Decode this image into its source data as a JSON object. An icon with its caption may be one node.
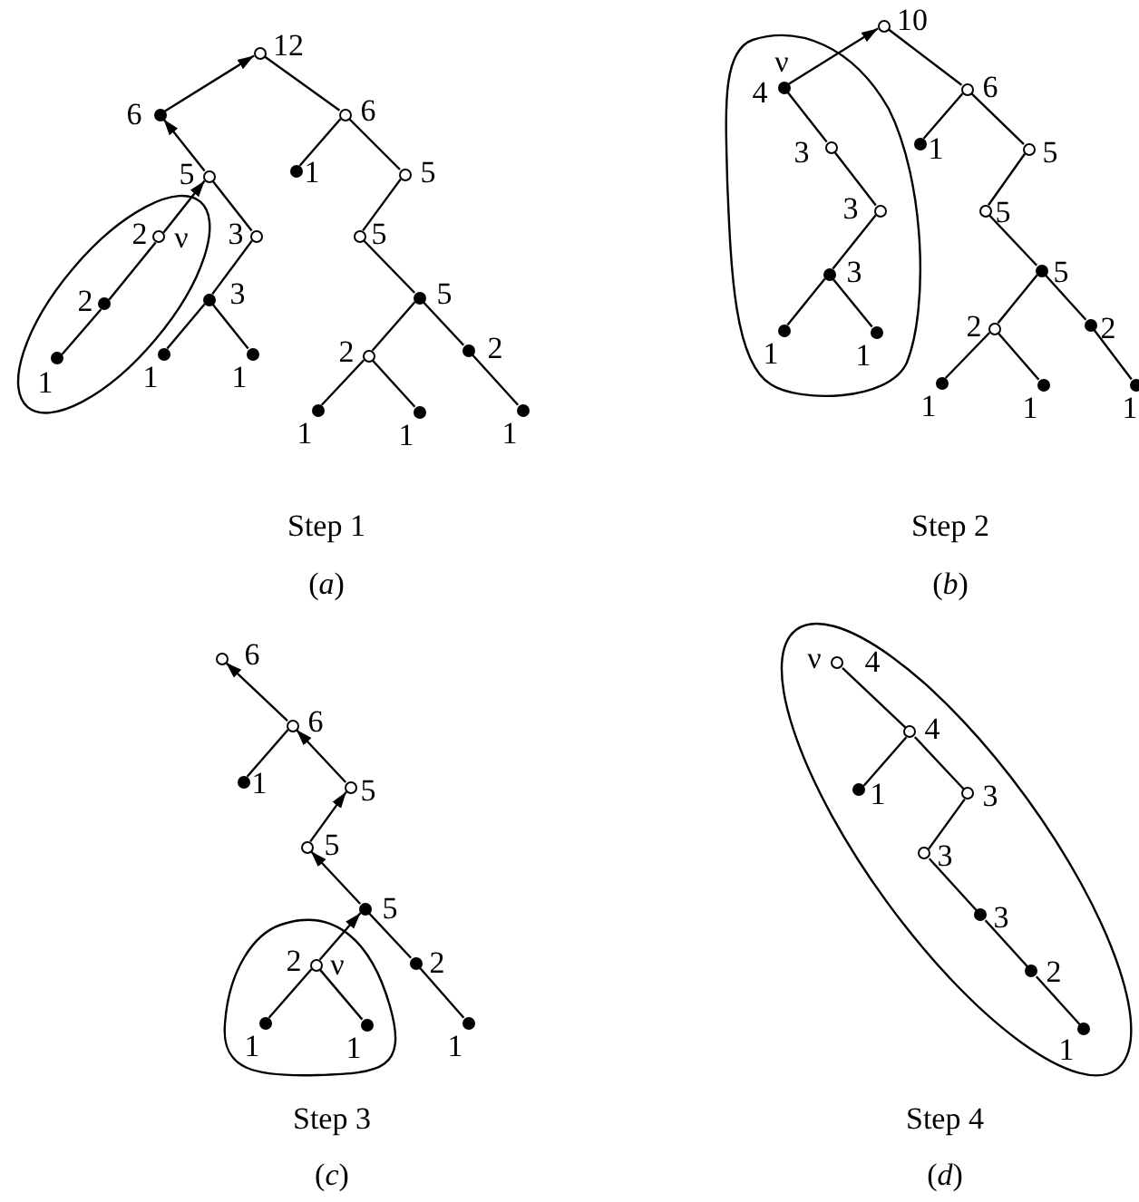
{
  "diagram": {
    "nodes": [
      {
        "text": [],
        "shape": "oval"
      },
      {
        "text": [],
        "shape": "circle",
        "beside": [
          "12"
        ]
      },
      {
        "text": [],
        "shape": "dot",
        "beside": [
          "6"
        ]
      },
      {
        "text": [],
        "shape": "circle",
        "beside": [
          "6"
        ]
      },
      {
        "text": [],
        "shape": "dot",
        "beside": [
          "1"
        ]
      },
      {
        "text": [],
        "shape": "circle",
        "beside": [
          "5"
        ]
      },
      {
        "text": [],
        "shape": "circle",
        "beside": [
          "5"
        ]
      },
      {
        "text": [],
        "shape": "circle",
        "beside": [
          "2",
          "ν"
        ],
        "in": 0
      },
      {
        "text": [],
        "shape": "circle",
        "beside": [
          "3"
        ]
      },
      {
        "text": [],
        "shape": "dot",
        "beside": [
          "2"
        ],
        "in": 0
      },
      {
        "text": [],
        "shape": "dot",
        "beside": [
          "1"
        ],
        "in": 0
      },
      {
        "text": [],
        "shape": "dot",
        "beside": [
          "3"
        ]
      },
      {
        "text": [],
        "shape": "dot",
        "beside": [
          "1"
        ]
      },
      {
        "text": [],
        "shape": "dot",
        "beside": [
          "1"
        ]
      },
      {
        "text": [],
        "shape": "circle",
        "beside": [
          "5"
        ]
      },
      {
        "text": [],
        "shape": "dot",
        "beside": [
          "5"
        ]
      },
      {
        "text": [],
        "shape": "circle",
        "beside": [
          "2"
        ]
      },
      {
        "text": [],
        "shape": "dot",
        "beside": [
          "2"
        ]
      },
      {
        "text": [],
        "shape": "dot",
        "beside": [
          "1"
        ]
      },
      {
        "text": [],
        "shape": "dot",
        "beside": [
          "1"
        ]
      },
      {
        "text": [],
        "shape": "dot",
        "beside": [
          "1"
        ]
      },
      {
        "text": [],
        "shape": "circle",
        "beside": [
          "10"
        ]
      },
      {
        "text": [],
        "shape": "oval"
      },
      {
        "text": [],
        "shape": "dot",
        "beside": [
          "ν",
          "4"
        ],
        "in": 22
      },
      {
        "text": [],
        "shape": "circle",
        "beside": [
          "6"
        ]
      },
      {
        "text": [],
        "shape": "circle",
        "beside": [
          "3"
        ],
        "in": 22
      },
      {
        "text": [],
        "shape": "dot",
        "beside": [
          "1"
        ]
      },
      {
        "text": [],
        "shape": "circle",
        "beside": [
          "5"
        ]
      },
      {
        "text": [],
        "shape": "circle",
        "beside": [
          "3"
        ],
        "in": 22
      },
      {
        "text": [],
        "shape": "circle",
        "beside": [
          "5"
        ]
      },
      {
        "text": [],
        "shape": "dot",
        "beside": [
          "3"
        ],
        "in": 22
      },
      {
        "text": [],
        "shape": "dot",
        "beside": [
          "5"
        ]
      },
      {
        "text": [],
        "shape": "circle",
        "beside": [
          "2"
        ]
      },
      {
        "text": [],
        "shape": "dot",
        "beside": [
          "2"
        ]
      },
      {
        "text": [],
        "shape": "dot",
        "beside": [
          "1"
        ],
        "in": 22
      },
      {
        "text": [],
        "shape": "dot",
        "beside": [
          "1"
        ],
        "in": 22
      },
      {
        "text": [],
        "shape": "dot",
        "beside": [
          "1"
        ]
      },
      {
        "text": [],
        "shape": "dot",
        "beside": [
          "1"
        ]
      },
      {
        "text": [],
        "shape": "dot",
        "beside": [
          "1"
        ]
      },
      {
        "text": [],
        "shape": "circle",
        "beside": [
          "6"
        ]
      },
      {
        "text": [],
        "shape": "circle",
        "beside": [
          "6"
        ]
      },
      {
        "text": [],
        "shape": "dot",
        "beside": [
          "1"
        ]
      },
      {
        "text": [],
        "shape": "circle",
        "beside": [
          "5"
        ]
      },
      {
        "text": [],
        "shape": "circle",
        "beside": [
          "5"
        ]
      },
      {
        "text": [],
        "shape": "dot",
        "beside": [
          "5"
        ]
      },
      {
        "text": [],
        "shape": "oval"
      },
      {
        "text": [],
        "shape": "circle",
        "beside": [
          "2",
          "ν"
        ],
        "in": 45
      },
      {
        "text": [],
        "shape": "dot",
        "beside": [
          "2"
        ]
      },
      {
        "text": [],
        "shape": "dot",
        "beside": [
          "1"
        ],
        "in": 45
      },
      {
        "text": [],
        "shape": "dot",
        "beside": [
          "1"
        ],
        "in": 45
      },
      {
        "text": [],
        "shape": "dot",
        "beside": [
          "1"
        ]
      },
      {
        "text": [],
        "shape": "oval"
      },
      {
        "text": [],
        "shape": "circle",
        "beside": [
          "ν",
          "4"
        ],
        "in": 51
      },
      {
        "text": [],
        "shape": "circle",
        "beside": [
          "4"
        ],
        "in": 51
      },
      {
        "text": [],
        "shape": "dot",
        "beside": [
          "1"
        ],
        "in": 51
      },
      {
        "text": [],
        "shape": "circle",
        "beside": [
          "3"
        ],
        "in": 51
      },
      {
        "text": [],
        "shape": "circle",
        "beside": [
          "3"
        ],
        "in": 51
      },
      {
        "text": [],
        "shape": "dot",
        "beside": [
          "3"
        ],
        "in": 51
      },
      {
        "text": [],
        "shape": "dot",
        "beside": [
          "2"
        ],
        "in": 51
      },
      {
        "text": [],
        "shape": "dot",
        "beside": [
          "1"
        ],
        "in": 51
      }
    ],
    "edges": [
      {
        "from": 2,
        "to": 1,
        "arrow": "to"
      },
      {
        "from": 1,
        "to": 3,
        "arrow": "none"
      },
      {
        "from": 6,
        "to": 2,
        "arrow": "to"
      },
      {
        "from": 3,
        "to": 4,
        "arrow": "none"
      },
      {
        "from": 3,
        "to": 5,
        "arrow": "none"
      },
      {
        "from": 7,
        "to": 6,
        "arrow": "to"
      },
      {
        "from": 6,
        "to": 8,
        "arrow": "none"
      },
      {
        "from": 5,
        "to": 14,
        "arrow": "none"
      },
      {
        "from": 7,
        "to": 9,
        "arrow": "none"
      },
      {
        "from": 8,
        "to": 11,
        "arrow": "none"
      },
      {
        "from": 14,
        "to": 15,
        "arrow": "none"
      },
      {
        "from": 9,
        "to": 10,
        "arrow": "none"
      },
      {
        "from": 11,
        "to": 12,
        "arrow": "none"
      },
      {
        "from": 11,
        "to": 13,
        "arrow": "none"
      },
      {
        "from": 15,
        "to": 16,
        "arrow": "none"
      },
      {
        "from": 15,
        "to": 17,
        "arrow": "none"
      },
      {
        "from": 16,
        "to": 18,
        "arrow": "none"
      },
      {
        "from": 16,
        "to": 19,
        "arrow": "none"
      },
      {
        "from": 17,
        "to": 20,
        "arrow": "none"
      },
      {
        "from": 23,
        "to": 21,
        "arrow": "to"
      },
      {
        "from": 21,
        "to": 24,
        "arrow": "none"
      },
      {
        "from": 23,
        "to": 25,
        "arrow": "none"
      },
      {
        "from": 24,
        "to": 26,
        "arrow": "none"
      },
      {
        "from": 24,
        "to": 27,
        "arrow": "none"
      },
      {
        "from": 25,
        "to": 28,
        "arrow": "none"
      },
      {
        "from": 27,
        "to": 29,
        "arrow": "none"
      },
      {
        "from": 28,
        "to": 30,
        "arrow": "none"
      },
      {
        "from": 29,
        "to": 31,
        "arrow": "none"
      },
      {
        "from": 30,
        "to": 34,
        "arrow": "none"
      },
      {
        "from": 30,
        "to": 35,
        "arrow": "none"
      },
      {
        "from": 31,
        "to": 32,
        "arrow": "none"
      },
      {
        "from": 31,
        "to": 33,
        "arrow": "none"
      },
      {
        "from": 32,
        "to": 36,
        "arrow": "none"
      },
      {
        "from": 32,
        "to": 37,
        "arrow": "none"
      },
      {
        "from": 33,
        "to": 38,
        "arrow": "none"
      },
      {
        "from": 40,
        "to": 39,
        "arrow": "to"
      },
      {
        "from": 40,
        "to": 41,
        "arrow": "none"
      },
      {
        "from": 42,
        "to": 40,
        "arrow": "to"
      },
      {
        "from": 43,
        "to": 42,
        "arrow": "to"
      },
      {
        "from": 44,
        "to": 43,
        "arrow": "to"
      },
      {
        "from": 46,
        "to": 44,
        "arrow": "to"
      },
      {
        "from": 44,
        "to": 47,
        "arrow": "none"
      },
      {
        "from": 46,
        "to": 48,
        "arrow": "none"
      },
      {
        "from": 46,
        "to": 49,
        "arrow": "none"
      },
      {
        "from": 47,
        "to": 50,
        "arrow": "none"
      },
      {
        "from": 52,
        "to": 53,
        "arrow": "none"
      },
      {
        "from": 53,
        "to": 54,
        "arrow": "none"
      },
      {
        "from": 53,
        "to": 55,
        "arrow": "none"
      },
      {
        "from": 55,
        "to": 56,
        "arrow": "none"
      },
      {
        "from": 56,
        "to": 57,
        "arrow": "none"
      },
      {
        "from": 57,
        "to": 58,
        "arrow": "none"
      },
      {
        "from": 58,
        "to": 59,
        "arrow": "none"
      }
    ],
    "labels": [
      "Step 1",
      "(*a*)",
      "Step 2",
      "(*b*)",
      "Step 3",
      "(*c*)",
      "Step 4",
      "(*d*)"
    ]
  }
}
